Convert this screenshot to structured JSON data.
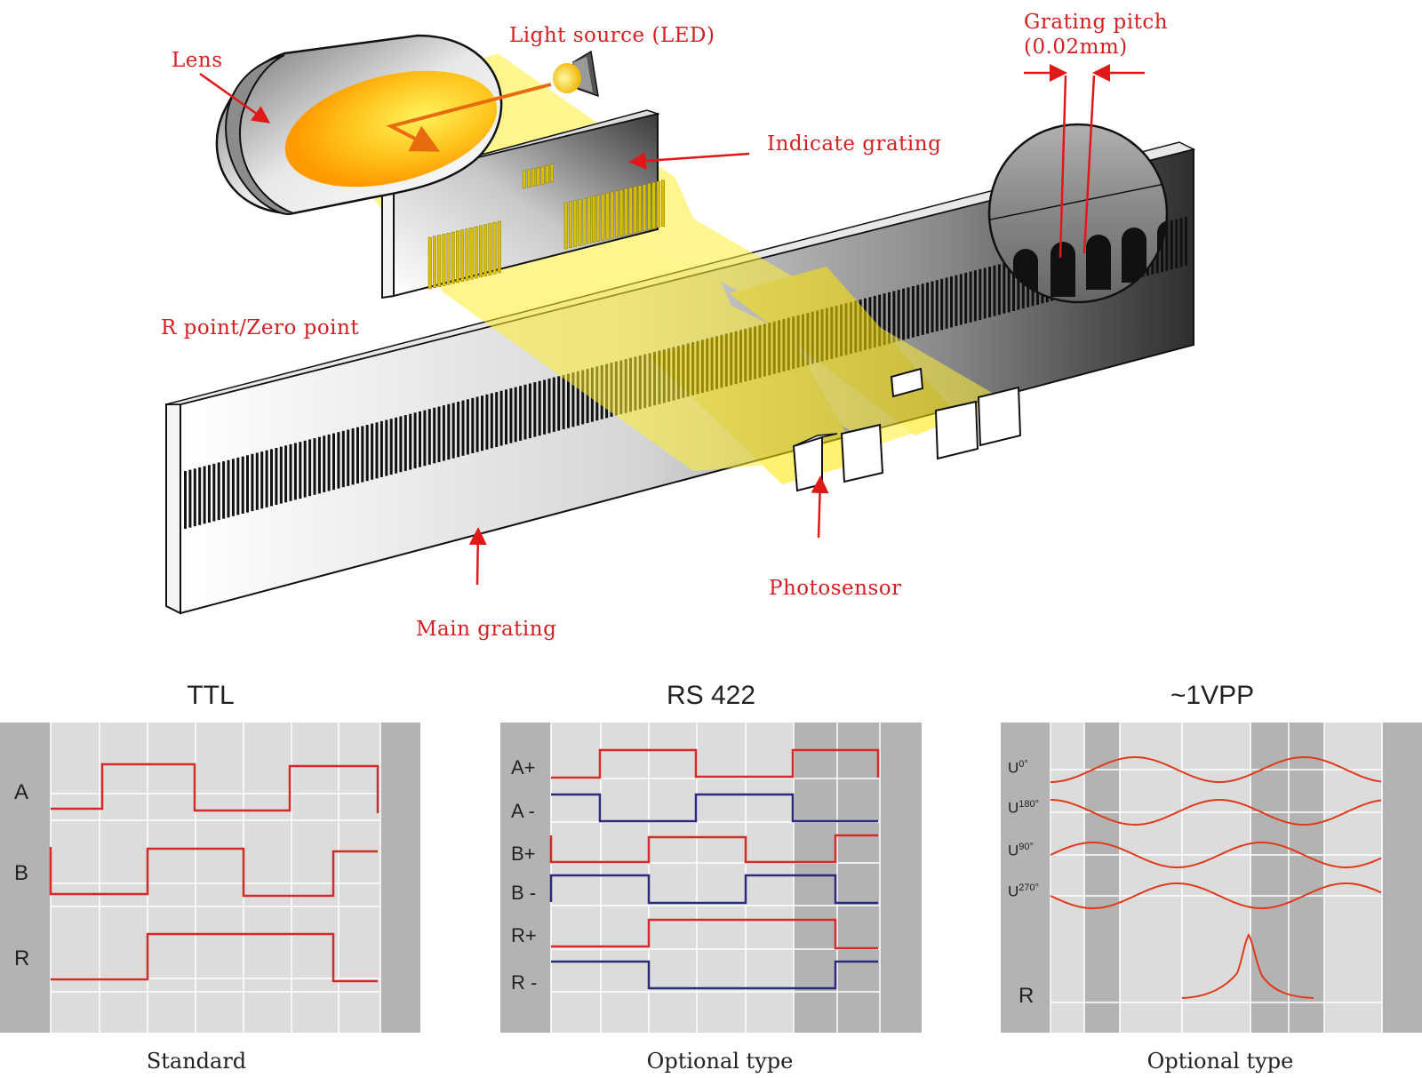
{
  "callouts": {
    "lens": "Lens",
    "light_source": "Light source (LED)",
    "grating_pitch_line1": "Grating pitch",
    "grating_pitch_line2": "(0.02mm)",
    "indicate_grating": "Indicate grating",
    "r_point": "R point/Zero point",
    "photosensor": "Photosensor",
    "main_grating": "Main grating"
  },
  "panels": [
    {
      "title": "TTL",
      "caption": "Standard",
      "signals": [
        "A",
        "B",
        "R"
      ]
    },
    {
      "title": "RS 422",
      "caption": "Optional type",
      "signals": [
        "A+",
        "A -",
        "B+",
        "B -",
        "R+",
        "R -"
      ]
    },
    {
      "title": "~1VPP",
      "caption": "Optional type",
      "signals": [
        {
          "base": "U",
          "sub": "0°"
        },
        {
          "base": "U",
          "sub": "180°"
        },
        {
          "base": "U",
          "sub": "90°"
        },
        {
          "base": "U",
          "sub": "270°"
        },
        {
          "base": "R",
          "sub": ""
        }
      ]
    }
  ],
  "colors": {
    "callout": "#d42020",
    "signal_red": "#d42a2a",
    "signal_blue": "#2b2b7e",
    "panel_dark": "#b3b3b3",
    "panel_light": "#dcdcdc",
    "light_beam": "#ffee33"
  }
}
